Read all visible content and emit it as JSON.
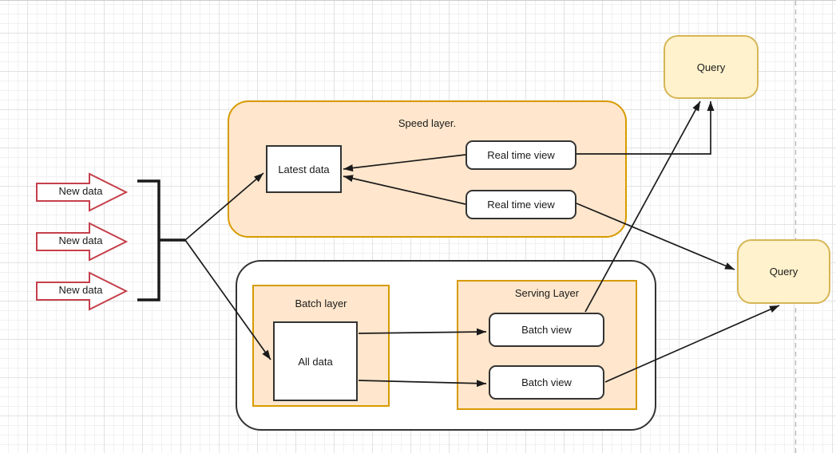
{
  "colors": {
    "orange-fill": "#ffe6cc",
    "orange-stroke": "#d79b00",
    "yellow-fill": "#fff2cc",
    "yellow-stroke": "#d6b656",
    "red-stroke": "#c5404b",
    "node-stroke": "#333333",
    "connector": "#1a1a1a",
    "guide": "#b3b3b3",
    "grid-minor": "#f1f1f1",
    "grid-major": "#e2e2e2"
  },
  "diagram": {
    "inputs": [
      "New data",
      "New data",
      "New data"
    ],
    "speed_layer": {
      "title": "Speed layer.",
      "latest_data": "Latest data",
      "real_time_views": [
        "Real time view",
        "Real time view"
      ]
    },
    "batch_layer": {
      "title": "Batch layer",
      "all_data": "All data"
    },
    "serving_layer": {
      "title": "Serving Layer",
      "batch_views": [
        "Batch view",
        "Batch view"
      ]
    },
    "queries": {
      "top": "Query",
      "right": "Query"
    }
  }
}
